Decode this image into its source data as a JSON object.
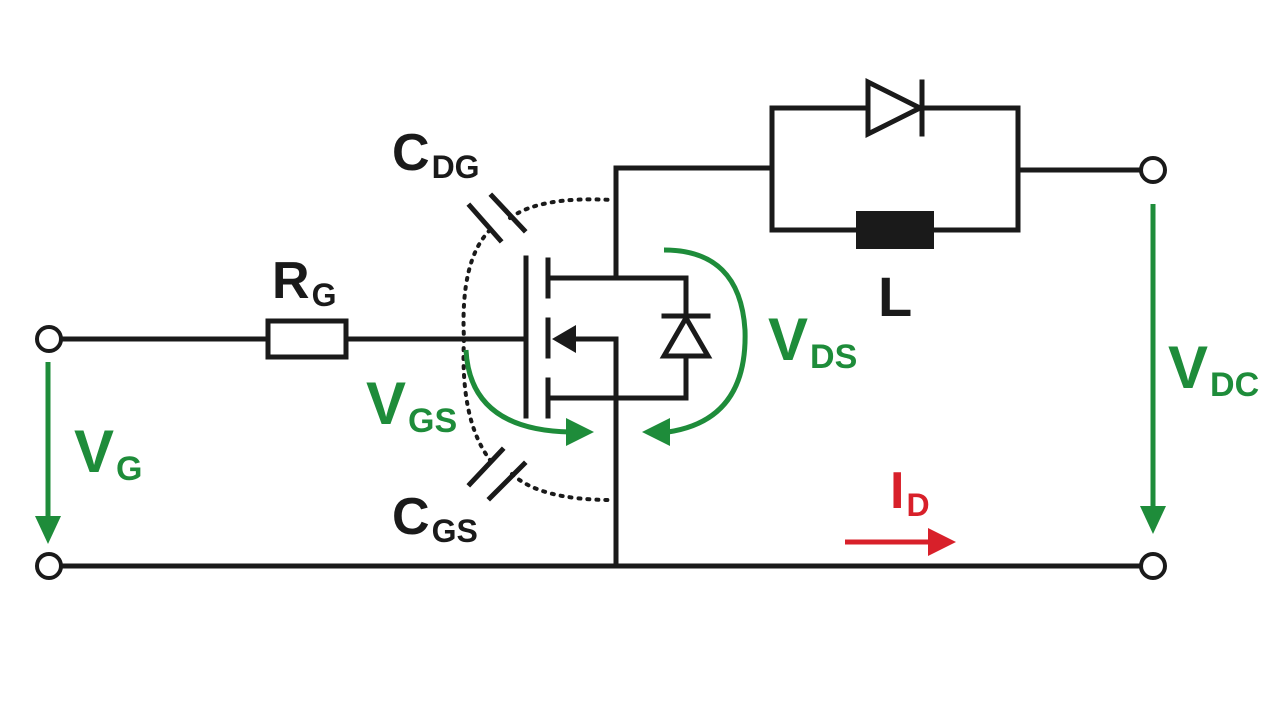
{
  "colors": {
    "wire": "#1a1a1a",
    "voltage_arrow": "#1e8c3a",
    "current_arrow": "#d8202a"
  },
  "labels": {
    "c_dg": {
      "main": "C",
      "sub": "DG"
    },
    "r_g": {
      "main": "R",
      "sub": "G"
    },
    "l": {
      "main": "L"
    },
    "v_ds": {
      "main": "V",
      "sub": "DS"
    },
    "v_dc": {
      "main": "V",
      "sub": "DC"
    },
    "v_gs": {
      "main": "V",
      "sub": "GS"
    },
    "v_g": {
      "main": "V",
      "sub": "G"
    },
    "i_d": {
      "main": "I",
      "sub": "D"
    },
    "c_gs": {
      "main": "C",
      "sub": "GS"
    }
  }
}
